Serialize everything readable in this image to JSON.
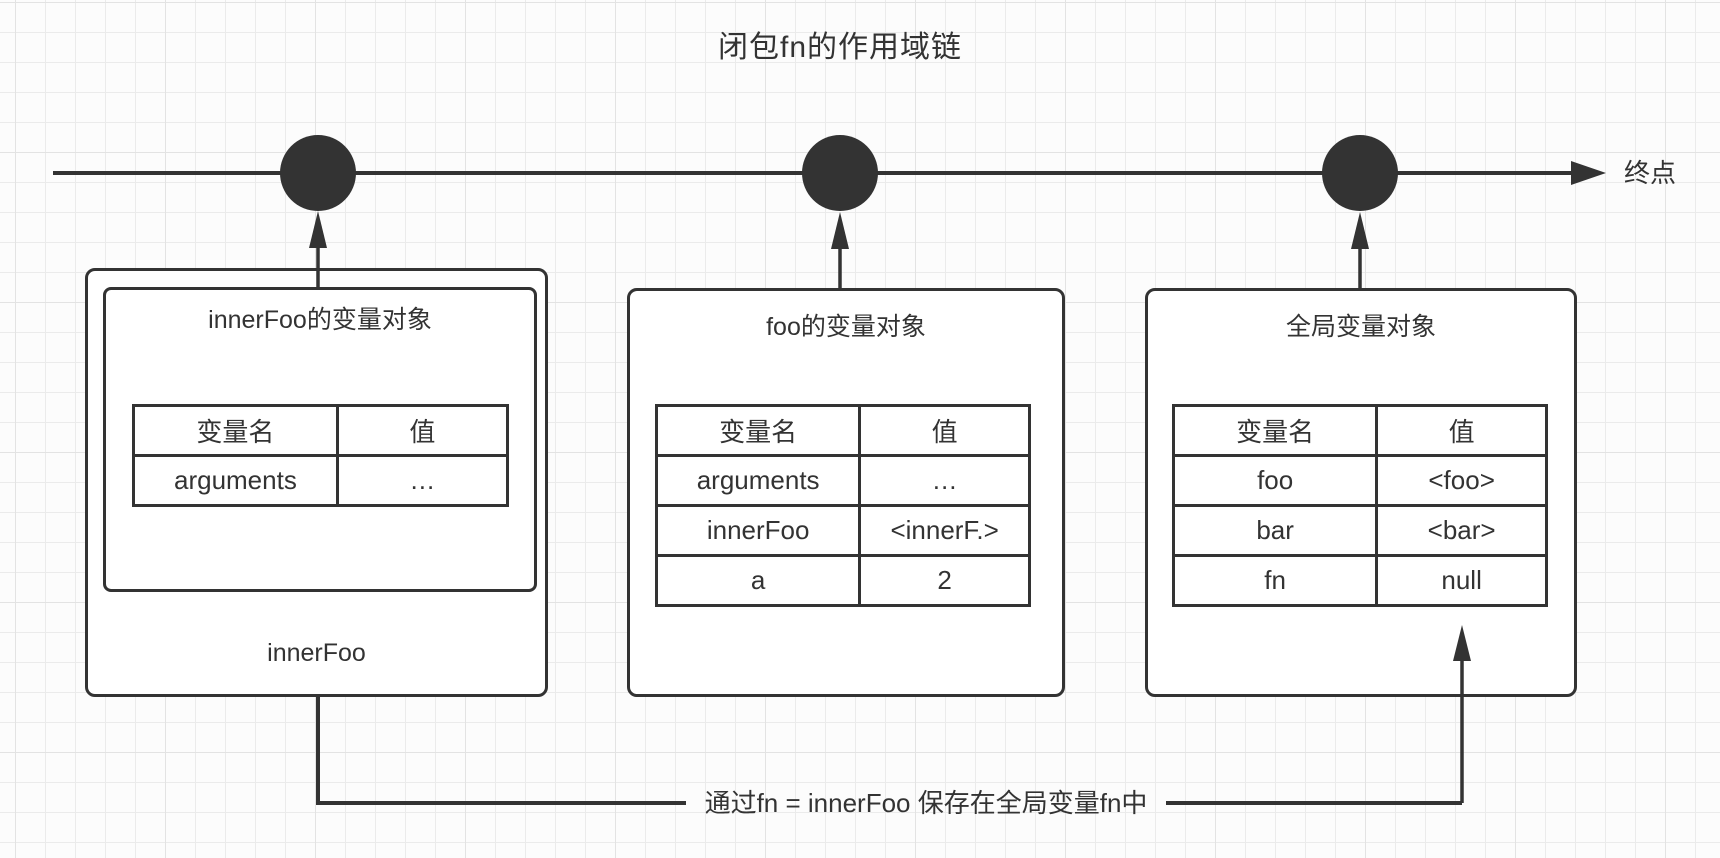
{
  "title": "闭包fn的作用域链",
  "timeline": {
    "end_label": "终点"
  },
  "boxes": [
    {
      "title": "innerFoo的变量对象",
      "footer_label": "innerFoo",
      "table": {
        "headers": [
          "变量名",
          "值"
        ],
        "rows": [
          [
            "arguments",
            "…"
          ]
        ]
      }
    },
    {
      "title": "foo的变量对象",
      "table": {
        "headers": [
          "变量名",
          "值"
        ],
        "rows": [
          [
            "arguments",
            "…"
          ],
          [
            "innerFoo",
            "<innerF.>"
          ],
          [
            "a",
            "2"
          ]
        ]
      }
    },
    {
      "title": "全局变量对象",
      "table": {
        "headers": [
          "变量名",
          "值"
        ],
        "rows": [
          [
            "foo",
            "<foo>"
          ],
          [
            "bar",
            "<bar>"
          ],
          [
            "fn",
            "null"
          ]
        ]
      }
    }
  ],
  "annotation": "通过fn = innerFoo 保存在全局变量fn中",
  "colors": {
    "ink": "#333333",
    "canvas_bg": "#fcfcfc",
    "grid_minor": "#ebebeb",
    "grid_major": "#e3e3e3",
    "box_fill": "#ffffff"
  }
}
